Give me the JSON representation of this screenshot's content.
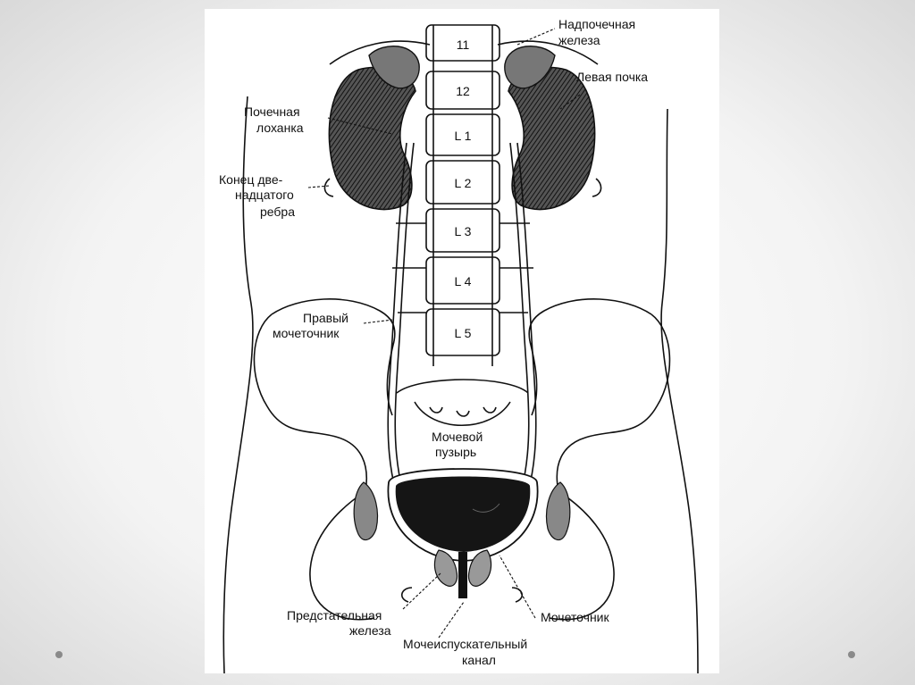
{
  "diagram": {
    "labels": {
      "adrenal_gland": [
        "Надпочечная",
        "железа"
      ],
      "left_kidney": "Левая почка",
      "renal_pelvis": [
        "Почечная",
        "лоханка"
      ],
      "rib_end": [
        "Конец две-",
        "надцатого",
        "ребра"
      ],
      "right_ureter": [
        "Правый",
        "мочеточник"
      ],
      "bladder": [
        "Мочевой",
        "пузырь"
      ],
      "prostate": [
        "Предстательная",
        "железа"
      ],
      "ureter": "Мочеточник",
      "urethra": [
        "Мочеиспускательный",
        "канал"
      ]
    },
    "vertebrae": [
      "11",
      "12",
      "L 1",
      "L 2",
      "L 3",
      "L 4",
      "L 5"
    ]
  },
  "colors": {
    "ink": "#111111",
    "paper": "#ffffff",
    "slide_bg": "#e6e6e6",
    "dot": "#8a8a8a"
  }
}
